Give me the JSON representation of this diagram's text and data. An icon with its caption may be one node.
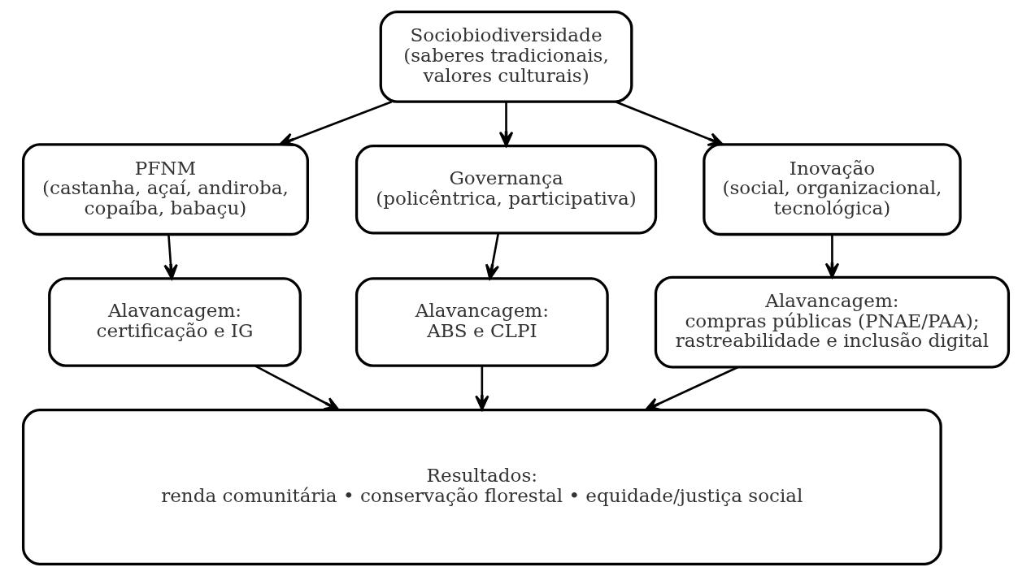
{
  "diagram": {
    "nodes": [
      {
        "text": [
          "Sociobiodiversidade",
          "(saberes tradicionais, valores culturais)"
        ]
      },
      {
        "text": [
          "PFNM",
          "(castanha, açaí, andiroba, copaíba, babaçu)"
        ]
      },
      {
        "text": [
          "Governança",
          "(policêntrica, participativa)"
        ]
      },
      {
        "text": [
          "Inovação",
          "(social, organizacional, tecnológica)"
        ]
      },
      {
        "text": [
          "Alavancagem:",
          "certificação e IG"
        ]
      },
      {
        "text": [
          "Alavancagem:",
          "ABS e CLPI"
        ]
      },
      {
        "text": [
          "Alavancagem:",
          "compras públicas (PNAE/PAA); rastreabilidade e inclusão digital"
        ]
      },
      {
        "text": [
          "Resultados:",
          "renda comunitária • conservação florestal • equidade/justiça social"
        ]
      }
    ],
    "edges": [
      {
        "from": 0,
        "to": 1,
        "arrow": "to"
      },
      {
        "from": 0,
        "to": 2,
        "arrow": "to"
      },
      {
        "from": 0,
        "to": 3,
        "arrow": "to"
      },
      {
        "from": 1,
        "to": 4,
        "arrow": "to"
      },
      {
        "from": 2,
        "to": 5,
        "arrow": "to"
      },
      {
        "from": 3,
        "to": 6,
        "arrow": "to"
      },
      {
        "from": 4,
        "to": 7,
        "arrow": "to"
      },
      {
        "from": 5,
        "to": 7,
        "arrow": "to"
      },
      {
        "from": 6,
        "to": 7,
        "arrow": "to"
      }
    ]
  }
}
